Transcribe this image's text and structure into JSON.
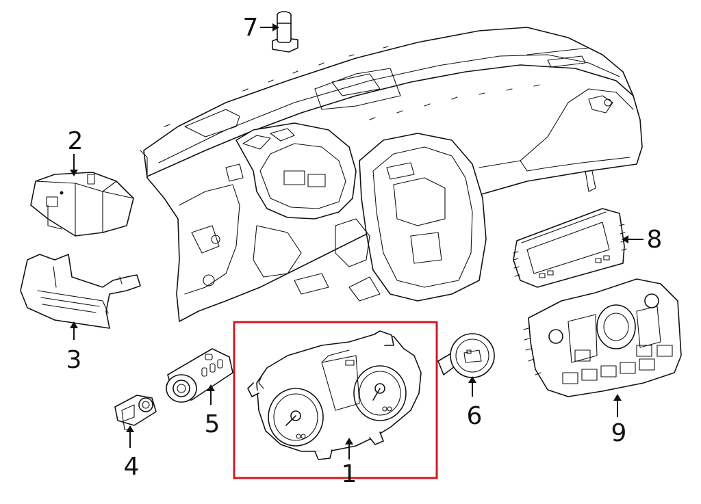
{
  "diagram": {
    "highlight_color": "#d0191f",
    "line_color": "#111111",
    "background": "#ffffff",
    "callouts": [
      {
        "id": "1",
        "label": "1"
      },
      {
        "id": "2",
        "label": "2"
      },
      {
        "id": "3",
        "label": "3"
      },
      {
        "id": "4",
        "label": "4"
      },
      {
        "id": "5",
        "label": "5"
      },
      {
        "id": "6",
        "label": "6"
      },
      {
        "id": "7",
        "label": "7"
      },
      {
        "id": "8",
        "label": "8"
      },
      {
        "id": "9",
        "label": "9"
      }
    ],
    "highlighted_callout": "1"
  }
}
